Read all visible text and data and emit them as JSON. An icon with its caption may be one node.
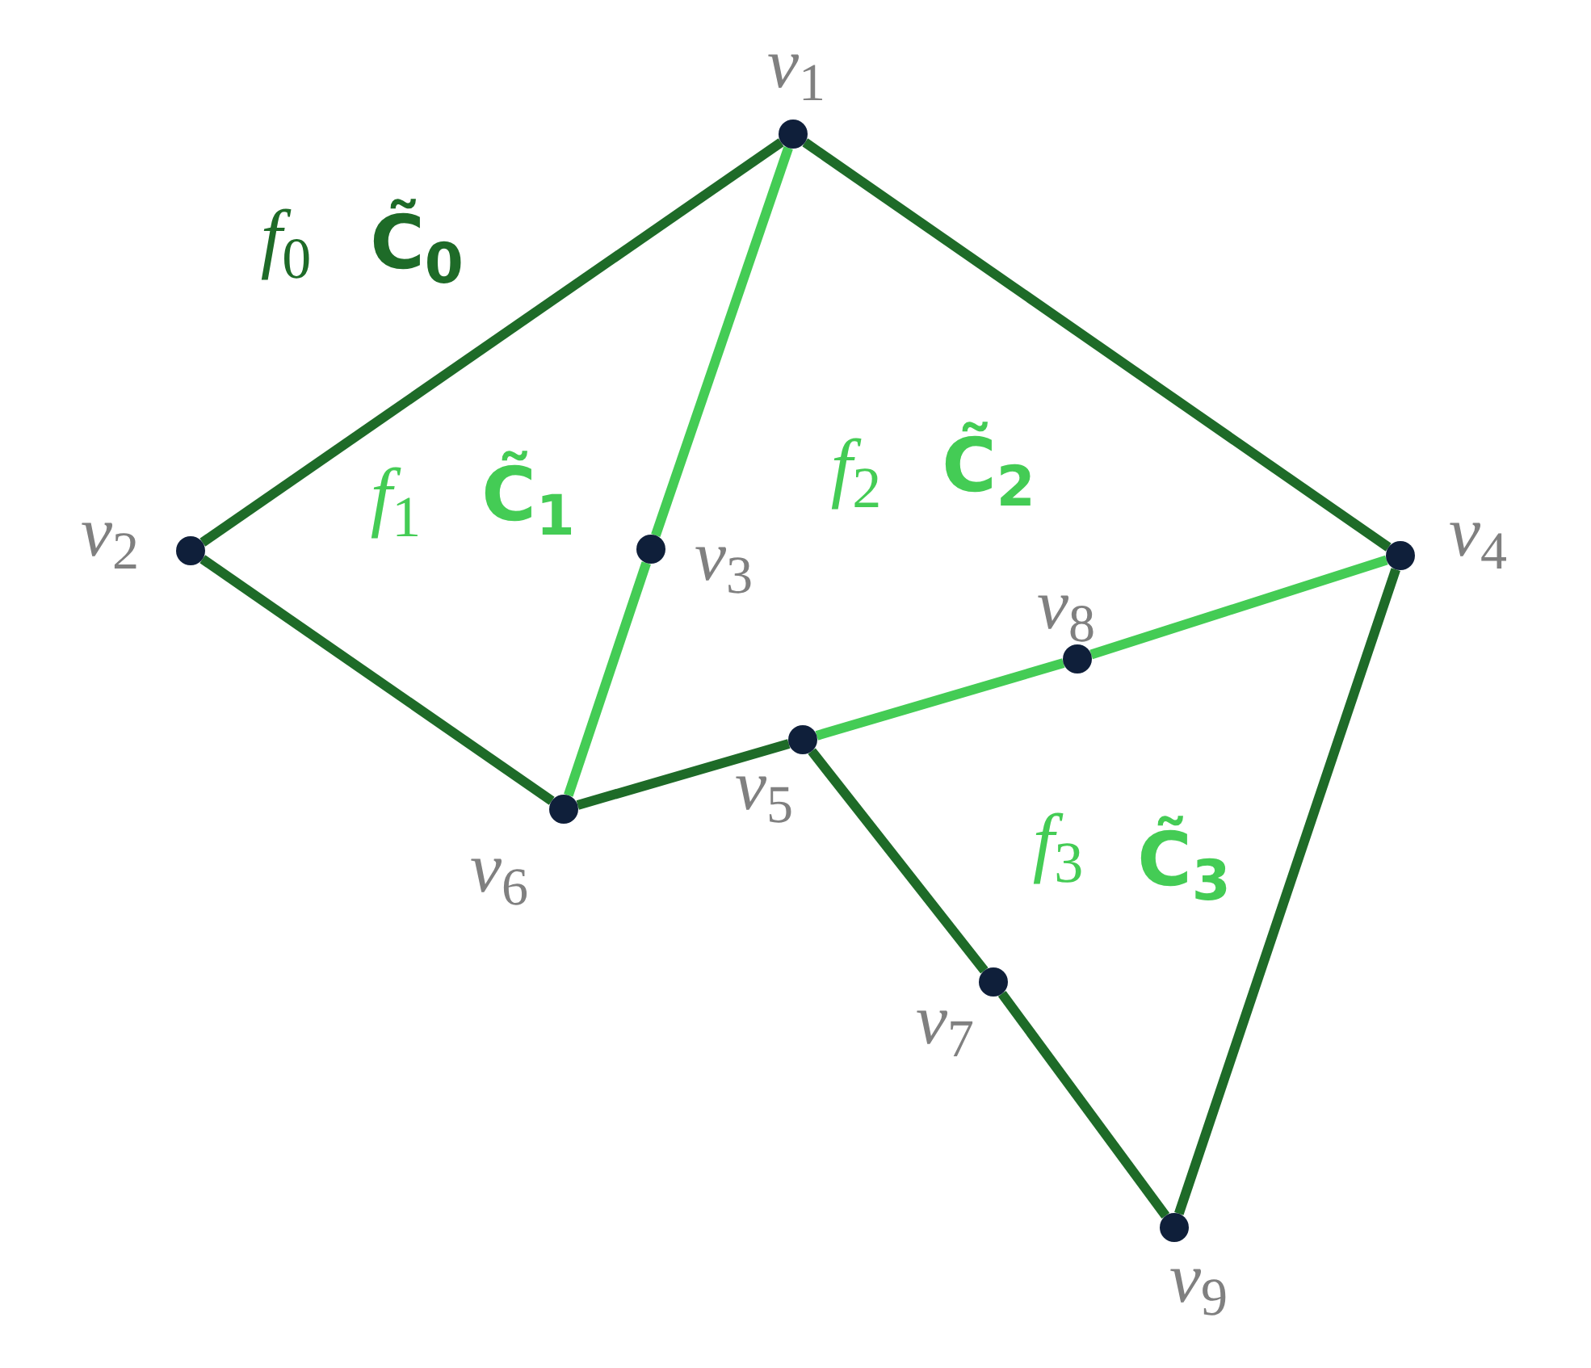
{
  "diagram": {
    "nodes": [
      {
        "text": [],
        "shape": "circle",
        "beside": [
          "*v*$_{1}$"
        ]
      },
      {
        "text": [],
        "shape": "circle",
        "beside": [
          "*v*$_{2}$"
        ]
      },
      {
        "text": [],
        "shape": "circle",
        "beside": [
          "*v*$_{3}$"
        ]
      },
      {
        "text": [],
        "shape": "circle",
        "beside": [
          "*v*$_{4}$"
        ]
      },
      {
        "text": [],
        "shape": "circle",
        "beside": [
          "*v*$_{5}$"
        ]
      },
      {
        "text": [],
        "shape": "circle",
        "beside": [
          "*v*$_{6}$"
        ]
      },
      {
        "text": [],
        "shape": "circle",
        "beside": [
          "*v*$_{7}$"
        ]
      },
      {
        "text": [],
        "shape": "circle",
        "beside": [
          "*v*$_{8}$"
        ]
      },
      {
        "text": [],
        "shape": "circle",
        "beside": [
          "*v*$_{9}$"
        ]
      }
    ],
    "edges": [
      {
        "from": 0,
        "to": 1,
        "arrow": "none"
      },
      {
        "from": 0,
        "to": 2,
        "arrow": "none",
        "color": "#44cc55"
      },
      {
        "from": 2,
        "to": 5,
        "arrow": "none",
        "color": "#44cc55"
      },
      {
        "from": 0,
        "to": 3,
        "arrow": "none"
      },
      {
        "from": 1,
        "to": 5,
        "arrow": "none"
      },
      {
        "from": 5,
        "to": 4,
        "arrow": "none"
      },
      {
        "from": 4,
        "to": 7,
        "arrow": "none",
        "color": "#44cc55"
      },
      {
        "from": 7,
        "to": 3,
        "arrow": "none",
        "color": "#44cc55"
      },
      {
        "from": 3,
        "to": 8,
        "arrow": "none"
      },
      {
        "from": 4,
        "to": 6,
        "arrow": "none"
      },
      {
        "from": 6,
        "to": 8,
        "arrow": "none"
      }
    ],
    "labels": [
      "*f*$_{0}$",
      "C̃$_{0}$",
      "*f*$_{1}$",
      "C̃$_{1}$",
      "*f*$_{2}$",
      "C̃$_{2}$",
      "*f*$_{3}$",
      "C̃$_{3}$"
    ]
  }
}
